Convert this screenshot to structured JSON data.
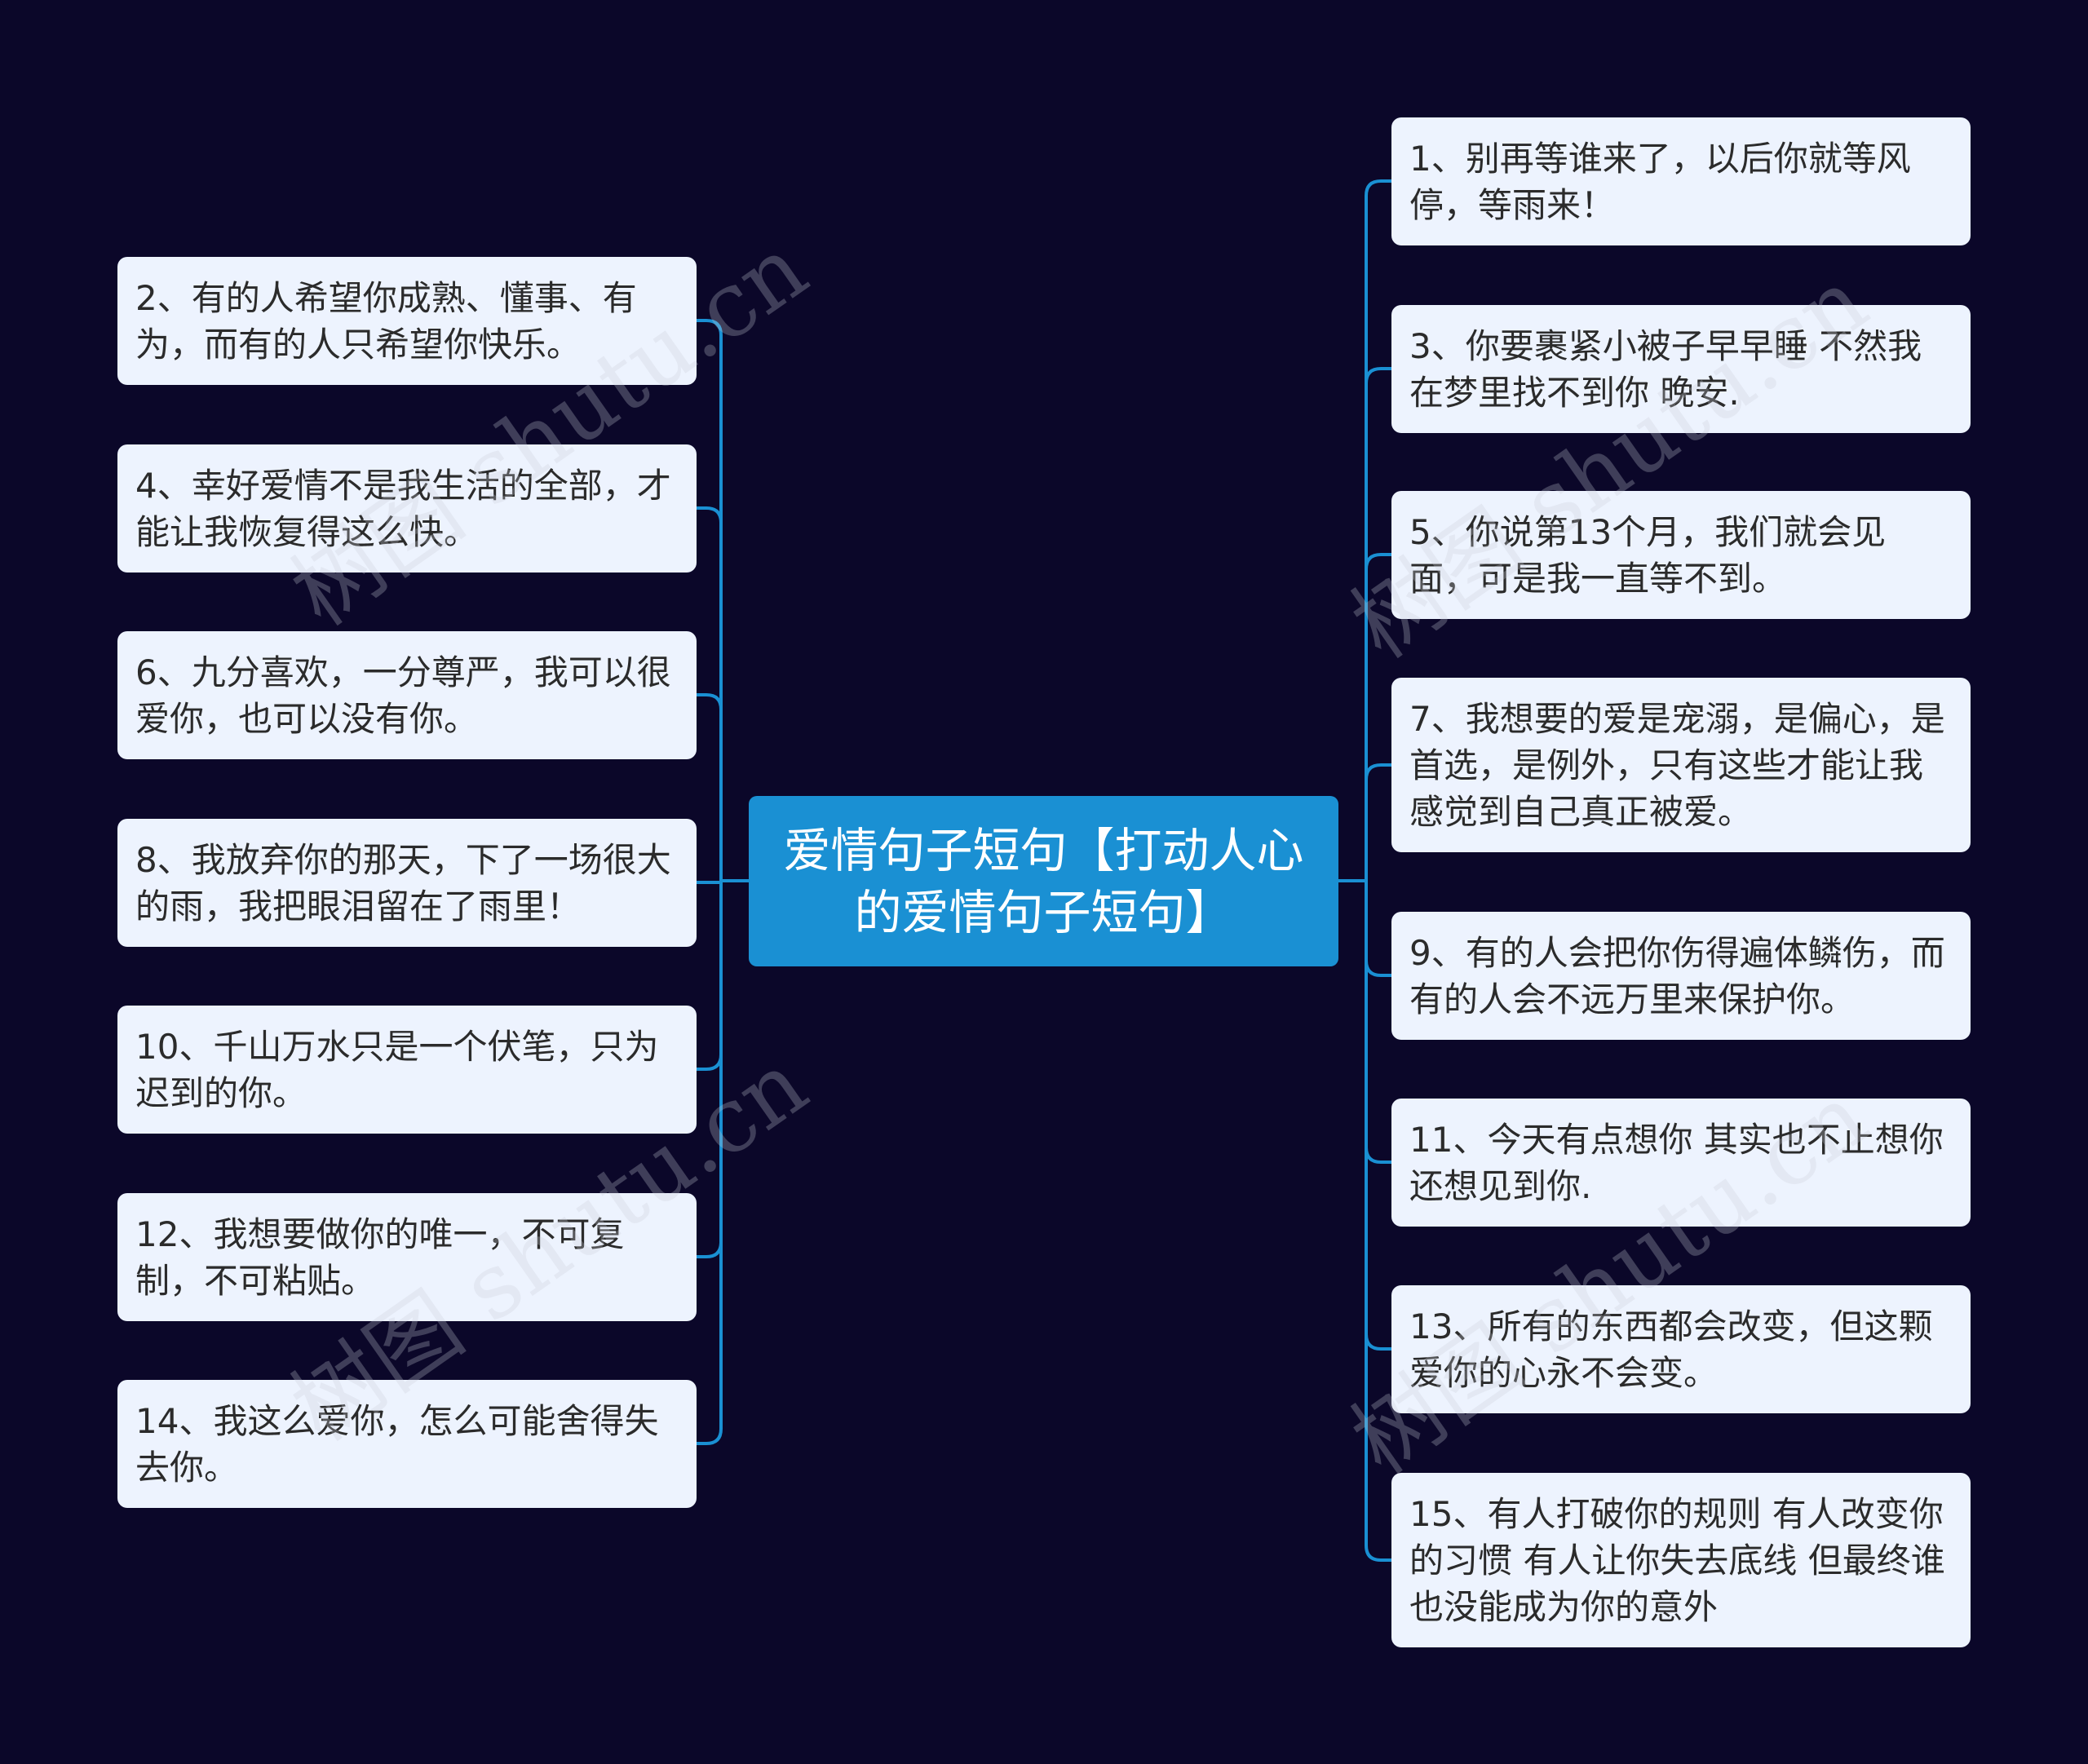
{
  "center": {
    "title": "爱情句子短句【打动人心的爱情句子短句】"
  },
  "left_nodes": [
    {
      "text": "2、有的人希望你成熟、懂事、有为，而有的人只希望你快乐。"
    },
    {
      "text": "4、幸好爱情不是我生活的全部，才能让我恢复得这么快。"
    },
    {
      "text": "6、九分喜欢，一分尊严，我可以很爱你，也可以没有你。"
    },
    {
      "text": "8、我放弃你的那天，下了一场很大的雨，我把眼泪留在了雨里！"
    },
    {
      "text": "10、千山万水只是一个伏笔，只为迟到的你。"
    },
    {
      "text": "12、我想要做你的唯一，不可复制，不可粘贴。"
    },
    {
      "text": "14、我这么爱你，怎么可能舍得失去你。"
    }
  ],
  "right_nodes": [
    {
      "text": "1、别再等谁来了，以后你就等风停，等雨来！"
    },
    {
      "text": "3、你要裹紧小被子早早睡 不然我在梦里找不到你 晚安."
    },
    {
      "text": "5、你说第13个月，我们就会见面，可是我一直等不到。"
    },
    {
      "text": "7、我想要的爱是宠溺，是偏心，是首选，是例外，只有这些才能让我感觉到自己真正被爱。"
    },
    {
      "text": "9、有的人会把你伤得遍体鳞伤，而有的人会不远万里来保护你。"
    },
    {
      "text": "11、今天有点想你 其实也不止想你 还想见到你."
    },
    {
      "text": "13、所有的东西都会改变，但这颗爱你的心永不会变。"
    },
    {
      "text": "15、有人打破你的规则 有人改变你的习惯 有人让你失去底线 但最终谁也没能成为你的意外"
    }
  ],
  "watermark": "树图 shutu.cn",
  "colors": {
    "background": "#0b0729",
    "center": "#1a90d3",
    "node": "#edf3fe",
    "line": "#1a90d3"
  }
}
